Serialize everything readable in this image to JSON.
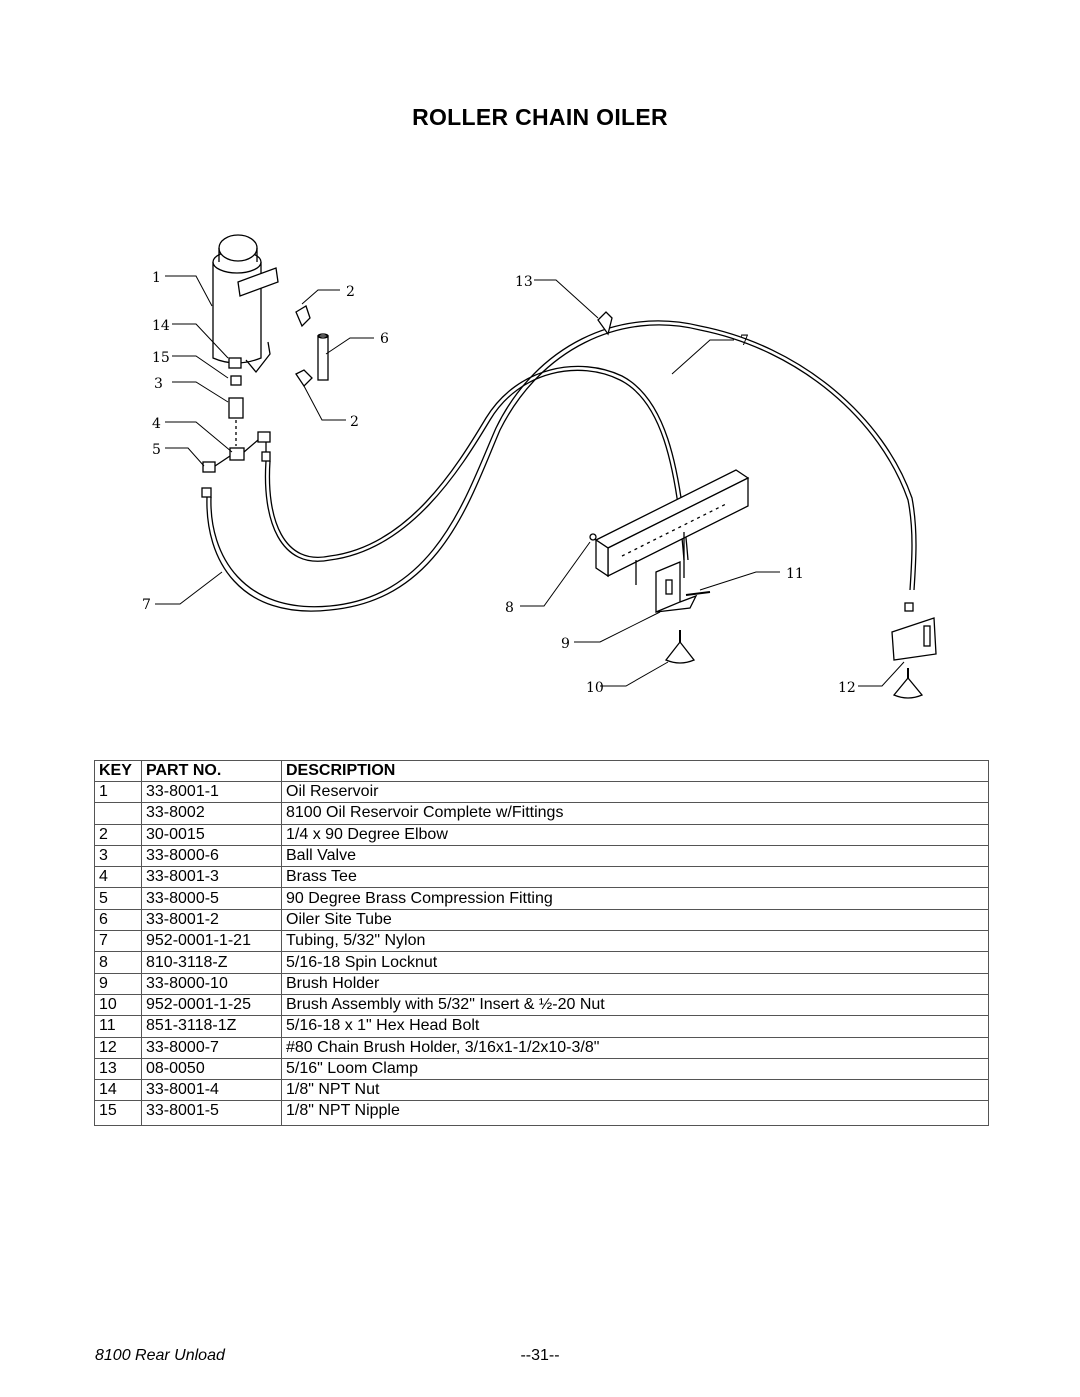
{
  "title": "ROLLER CHAIN OILER",
  "diagram": {
    "callouts": [
      "1",
      "2",
      "14",
      "6",
      "15",
      "3",
      "2",
      "4",
      "5",
      "7",
      "13",
      "7",
      "11",
      "8",
      "9",
      "10",
      "12"
    ]
  },
  "table": {
    "headers": {
      "key": "KEY",
      "part": "PART NO.",
      "description": "DESCRIPTION"
    },
    "rows": [
      {
        "key": "1",
        "part": "33-8001-1",
        "description": "Oil Reservoir"
      },
      {
        "key": "",
        "part": "33-8002",
        "description": "8100 Oil Reservoir Complete w/Fittings"
      },
      {
        "key": "2",
        "part": "30-0015",
        "description": "1/4 x 90 Degree Elbow"
      },
      {
        "key": "3",
        "part": "33-8000-6",
        "description": "Ball Valve"
      },
      {
        "key": "4",
        "part": "33-8001-3",
        "description": "Brass Tee"
      },
      {
        "key": "5",
        "part": "33-8000-5",
        "description": "90 Degree Brass Compression Fitting"
      },
      {
        "key": "6",
        "part": "33-8001-2",
        "description": "Oiler Site Tube"
      },
      {
        "key": "7",
        "part": "952-0001-1-21",
        "description": "Tubing, 5/32\" Nylon"
      },
      {
        "key": "8",
        "part": "810-3118-Z",
        "description": "5/16-18 Spin Locknut"
      },
      {
        "key": "9",
        "part": "33-8000-10",
        "description": "Brush Holder"
      },
      {
        "key": "10",
        "part": "952-0001-1-25",
        "description": "Brush Assembly with 5/32\" Insert & ½-20 Nut"
      },
      {
        "key": "11",
        "part": "851-3118-1Z",
        "description": "5/16-18 x 1\" Hex Head Bolt"
      },
      {
        "key": "12",
        "part": "33-8000-7",
        "description": "#80 Chain Brush Holder, 3/16x1-1/2x10-3/8\""
      },
      {
        "key": "13",
        "part": "08-0050",
        "description": "5/16\" Loom Clamp"
      },
      {
        "key": "14",
        "part": "33-8001-4",
        "description": "1/8\" NPT Nut"
      },
      {
        "key": "15",
        "part": "33-8001-5",
        "description": "1/8\" NPT Nipple"
      }
    ]
  },
  "footer": {
    "left": "8100 Rear Unload",
    "page": "--31--"
  }
}
